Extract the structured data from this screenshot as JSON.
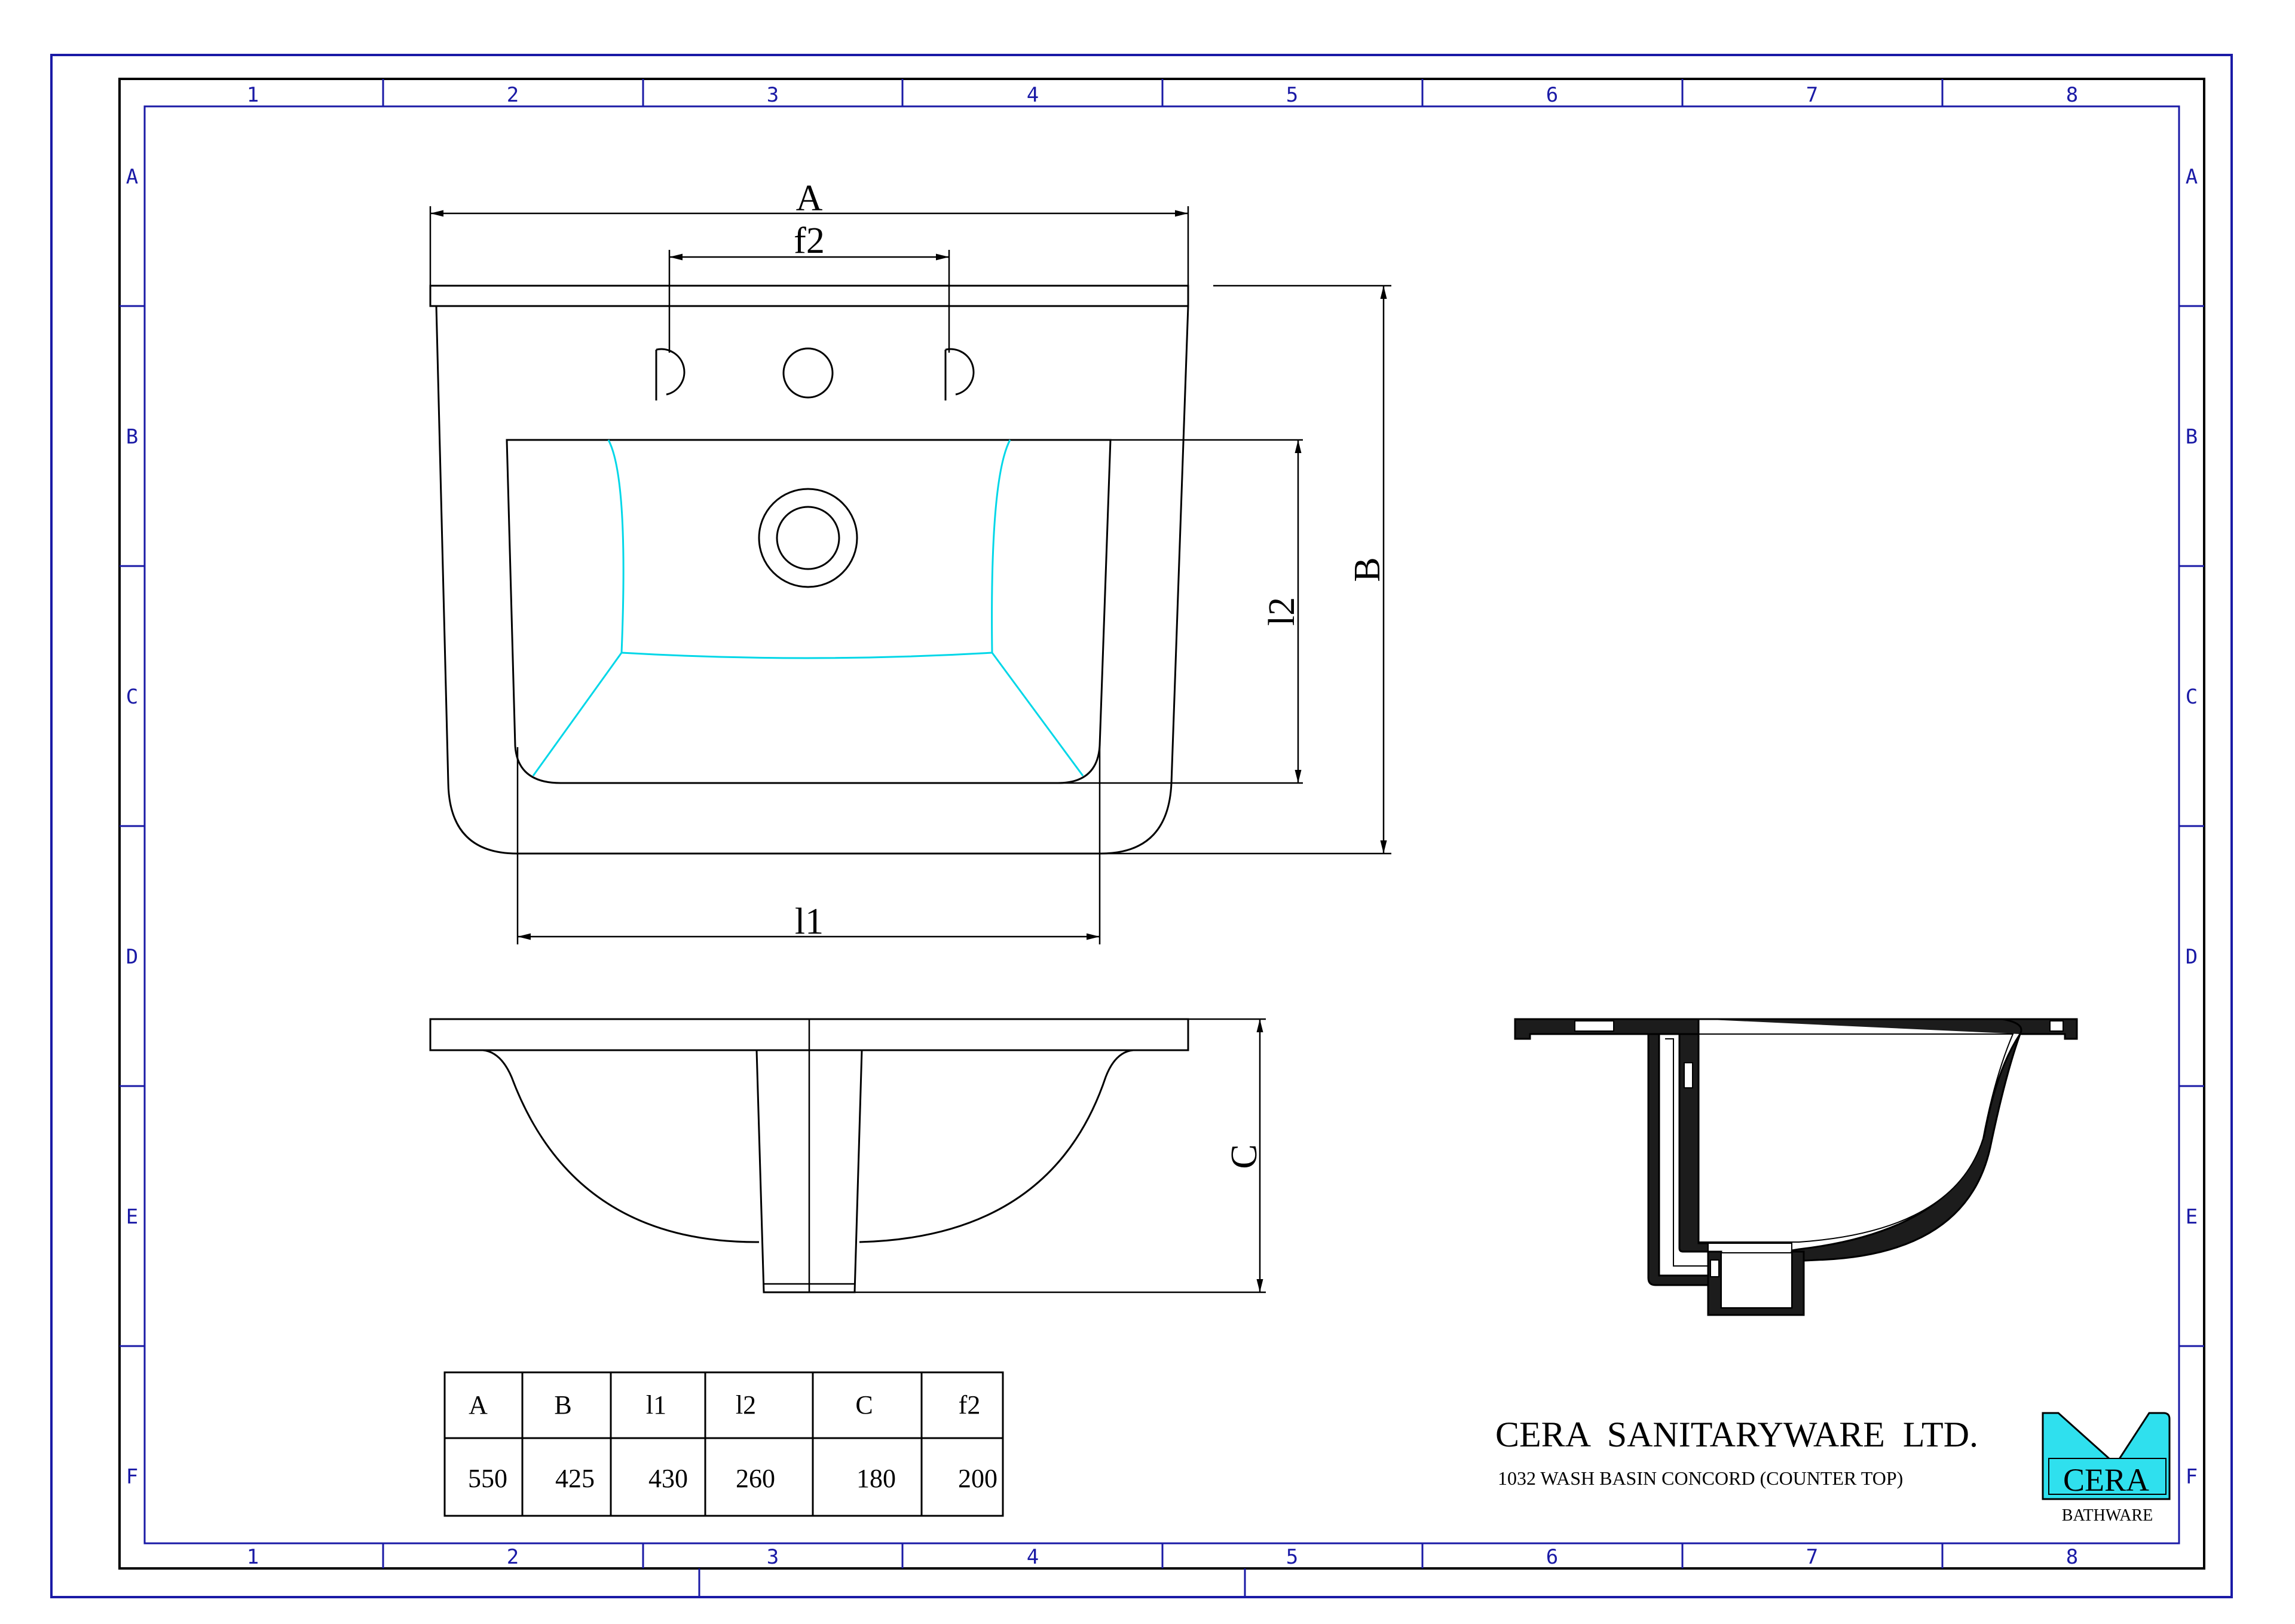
{
  "sheet": {
    "columns": [
      "1",
      "2",
      "3",
      "4",
      "5",
      "6",
      "7",
      "8"
    ],
    "rows": [
      "A",
      "B",
      "C",
      "D",
      "E",
      "F"
    ]
  },
  "dimensions": {
    "top_view": {
      "width_label": "A",
      "tap_spacing_label": "f2",
      "depth_label": "B",
      "bowl_depth_label": "l2",
      "bowl_width_label": "l1"
    },
    "side_view": {
      "height_label": "C"
    }
  },
  "table": {
    "headers": [
      "A",
      "B",
      "l1",
      "l2",
      "C",
      "f2"
    ],
    "values": [
      "550",
      "425",
      "430",
      "260",
      "180",
      "200"
    ]
  },
  "title_block": {
    "company": "CERA  SANITARYWARE  LTD.",
    "description": "1032 WASH BASIN CONCORD (COUNTER TOP)",
    "logo_text": "CERA",
    "logo_sub": "BATHWARE"
  },
  "colors": {
    "frame": "#1a1aa6",
    "bowl_edge": "#00d7e8",
    "logo_fill": "#2fe0ee"
  }
}
